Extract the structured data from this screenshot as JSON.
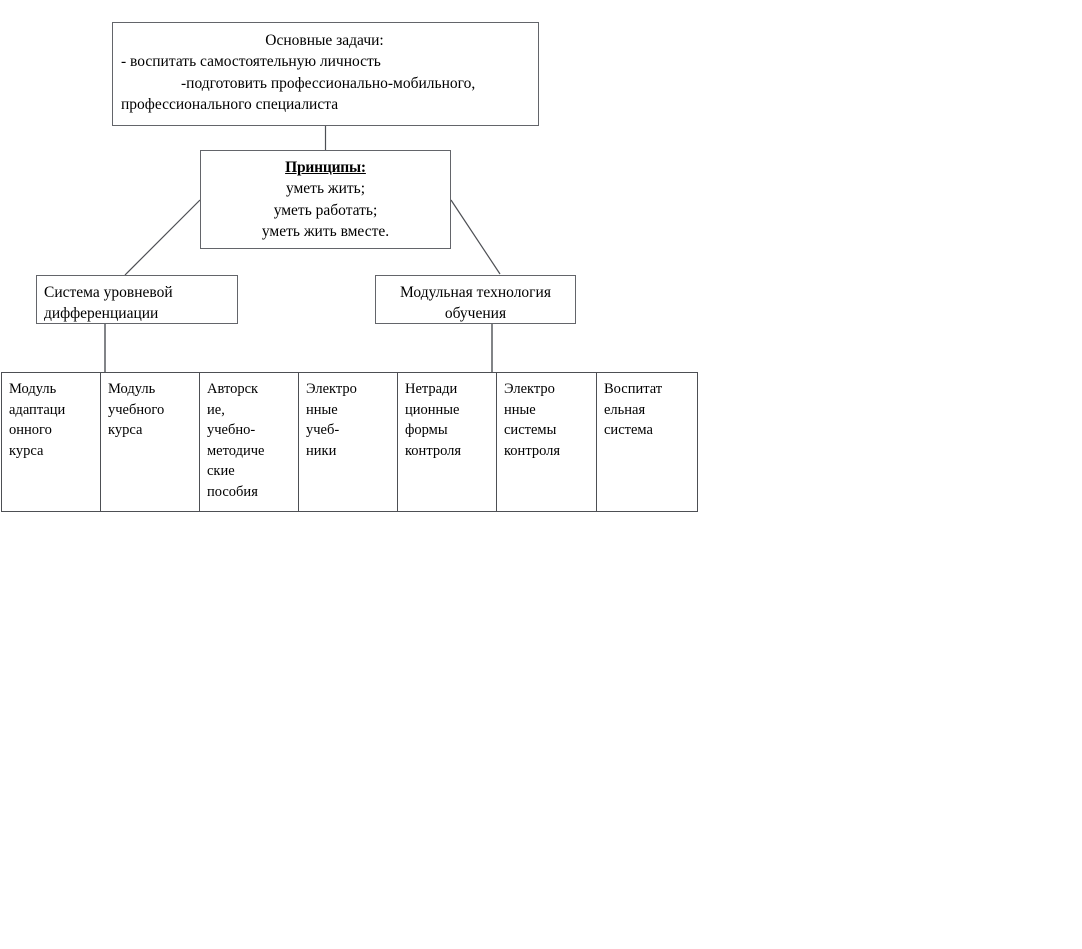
{
  "diagram": {
    "title": "Educational model flowchart",
    "line_color": "#4d4f54",
    "box_border_color": "#63656a",
    "background": "#ffffff",
    "goals": {
      "lines": [
        "Основные задачи:",
        "- воспитать самостоятельную личность",
        "-подготовить профессионально-мобильного,",
        "профессионального специалиста"
      ]
    },
    "principles": {
      "title": "Принципы:",
      "lines": [
        "уметь жить;",
        "уметь работать;",
        "уметь жить вместе."
      ]
    },
    "branches": [
      {
        "id": "level-differentiation",
        "lines": [
          "Система уровневой",
          "дифференциации"
        ]
      },
      {
        "id": "modular-technology",
        "lines": [
          "Модульная технология",
          "обучения"
        ]
      }
    ],
    "bottom_cells": [
      {
        "id": "adaptation-module",
        "lines": [
          "Модуль",
          "адаптаци",
          "онного",
          "курса"
        ]
      },
      {
        "id": "course-module",
        "lines": [
          "Модуль",
          "учебного",
          "курса"
        ]
      },
      {
        "id": "author-manuals",
        "lines": [
          "Авторск",
          "ие,",
          "учебно-",
          "методиче",
          "ские",
          "пособия"
        ]
      },
      {
        "id": "electronic-textbooks",
        "lines": [
          "Электро",
          "нные",
          "учеб-",
          "ники"
        ]
      },
      {
        "id": "nontraditional-control",
        "lines": [
          "Нетради",
          "ционные",
          "формы",
          "контроля"
        ]
      },
      {
        "id": "electronic-control-systems",
        "lines": [
          "Электро",
          "нные",
          "системы",
          "контроля"
        ]
      },
      {
        "id": "upbringing-system",
        "lines": [
          "Воспитат",
          "ельная",
          "система"
        ]
      }
    ]
  }
}
